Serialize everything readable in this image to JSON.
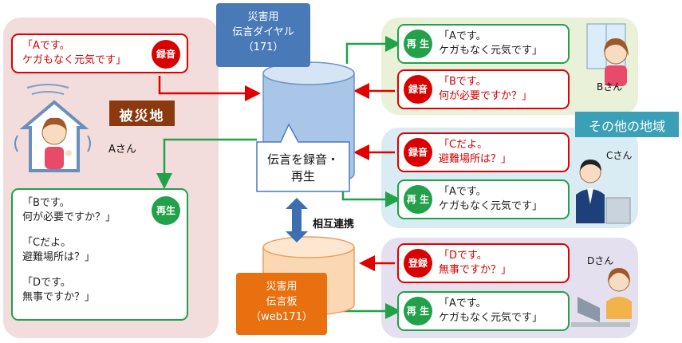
{
  "center": {
    "dial": "災害用\n伝言ダイヤル\n（171）",
    "board": "災害用\n伝言板\n（web171）",
    "callout": "伝言を録音・\n再生",
    "link_label": "相互連携"
  },
  "disaster_area": {
    "title": "被災地",
    "person": "Aさん",
    "send_msg": "「Aです。\nケガもなく元気です」",
    "send_badge": "録音",
    "play_badge": "再生",
    "received": [
      "「Bです。\n何が必要ですか？」",
      "「Cだよ。\n避難場所は？」",
      "「Dです。\n無事ですか？」"
    ]
  },
  "other_area": {
    "title": "その他の地域"
  },
  "b": {
    "name": "Bさん",
    "play_badge": "再\n生",
    "play_msg": "「Aです。\nケガもなく元気です」",
    "rec_badge": "録音",
    "rec_msg": "「Bです。\n何が必要ですか？」"
  },
  "c": {
    "name": "Cさん",
    "rec_badge": "録音",
    "rec_msg": "「Cだよ。\n避難場所は？」",
    "play_badge": "再\n生",
    "play_msg": "「Aです。\nケガもなく元気です」"
  },
  "d": {
    "name": "Dさん",
    "rec_badge": "登録",
    "rec_msg": "「Dです。\n無事ですか？」",
    "play_badge": "再\n生",
    "play_msg": "「Aです。\nケガもなく元気です」"
  },
  "colors": {
    "red": "#e00000",
    "green": "#22a14a",
    "dial": "#4a79b8",
    "board": "#e8700e"
  }
}
